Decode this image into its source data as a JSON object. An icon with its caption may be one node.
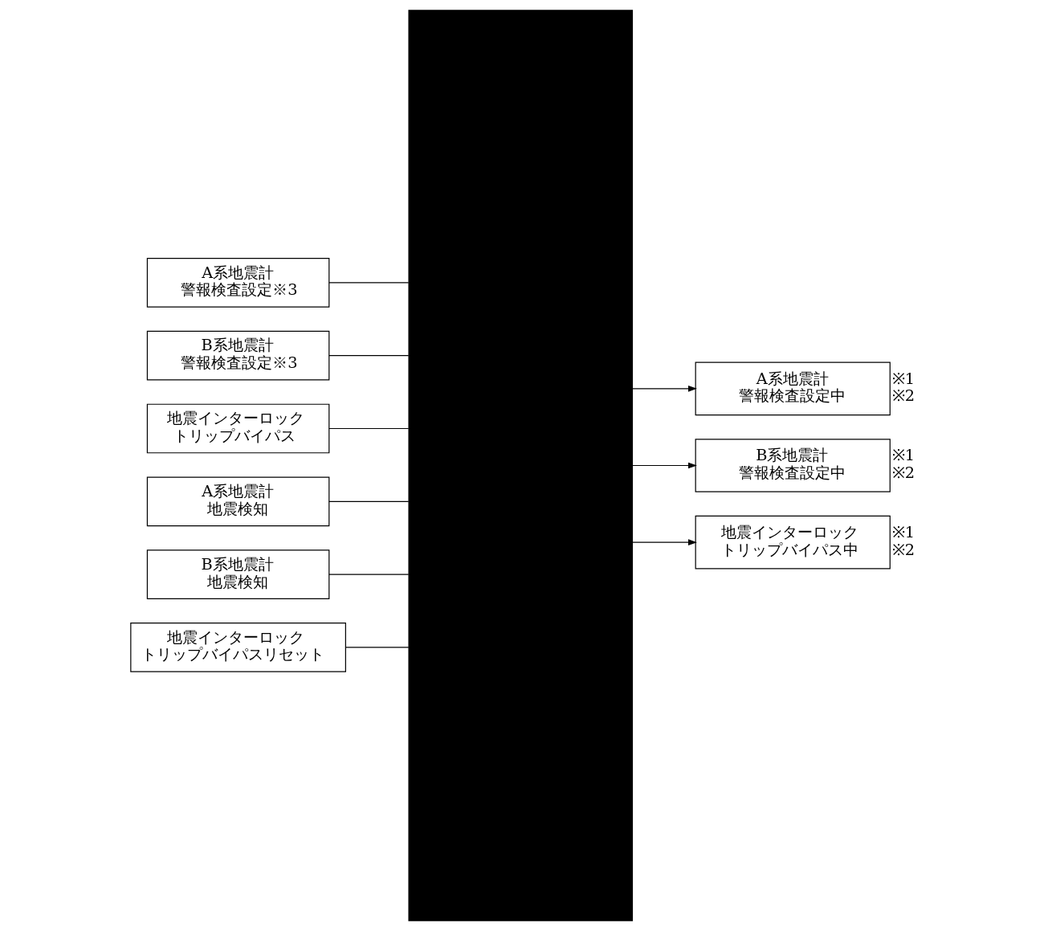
{
  "diagram": {
    "nodes": [
      {
        "text": [],
        "shape": "box"
      },
      {
        "text": [
          "A系地震計",
          "警報検査設定中"
        ],
        "beside": [
          "※1",
          "※2"
        ]
      },
      {
        "text": [
          "B系地震計",
          "警報検査設定中"
        ],
        "beside": [
          "※1",
          "※2"
        ]
      },
      {
        "text": [
          "地震インターロック",
          "トリップバイパス中"
        ],
        "beside": [
          "※1",
          "※2"
        ]
      },
      {
        "text": [
          "A系地震計",
          "警報検査設定※3"
        ]
      },
      {
        "text": [
          "B系地震計",
          "警報検査設定※3"
        ]
      },
      {
        "text": [
          "地震インターロック",
          "トリップバイパス"
        ]
      },
      {
        "text": [
          "A系地震計",
          "地震検知"
        ]
      },
      {
        "text": [
          "B系地震計",
          "地震検知"
        ]
      },
      {
        "text": [
          "地震インターロック",
          "トリップバイパスリセット"
        ]
      }
    ],
    "edges": [
      {
        "from": 0,
        "to": 1,
        "arrow": "to"
      },
      {
        "from": 0,
        "to": 2,
        "arrow": "to"
      },
      {
        "from": 0,
        "to": 3,
        "arrow": "to"
      },
      {
        "from": 4,
        "to": 0,
        "arrow": "none"
      },
      {
        "from": 5,
        "to": 0,
        "arrow": "none"
      },
      {
        "from": 6,
        "to": 0,
        "arrow": "none"
      },
      {
        "from": 7,
        "to": 0,
        "arrow": "none"
      },
      {
        "from": 8,
        "to": 0,
        "arrow": "none"
      },
      {
        "from": 9,
        "to": 0,
        "arrow": "none"
      }
    ]
  }
}
